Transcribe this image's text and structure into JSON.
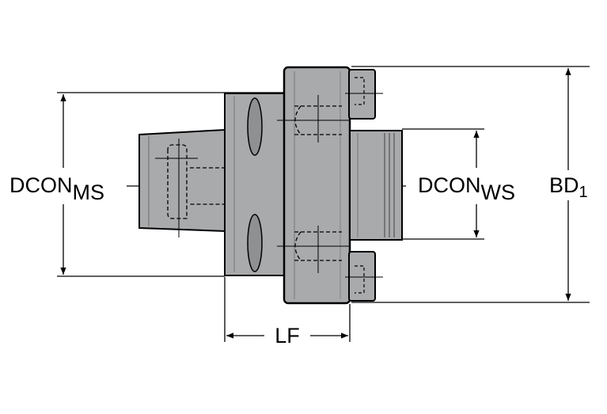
{
  "labels": {
    "dcon_ms_main": "DCON",
    "dcon_ms_sub": "MS",
    "dcon_ws_main": "DCON",
    "dcon_ws_sub": "WS",
    "bd_main": "BD",
    "bd_sub": "1",
    "lf": "LF"
  },
  "colors": {
    "body_fill": "#a9aaac",
    "dark_fill": "#8f9092",
    "light_fill": "#bdbec0",
    "line": "#000000",
    "background": "#ffffff"
  }
}
